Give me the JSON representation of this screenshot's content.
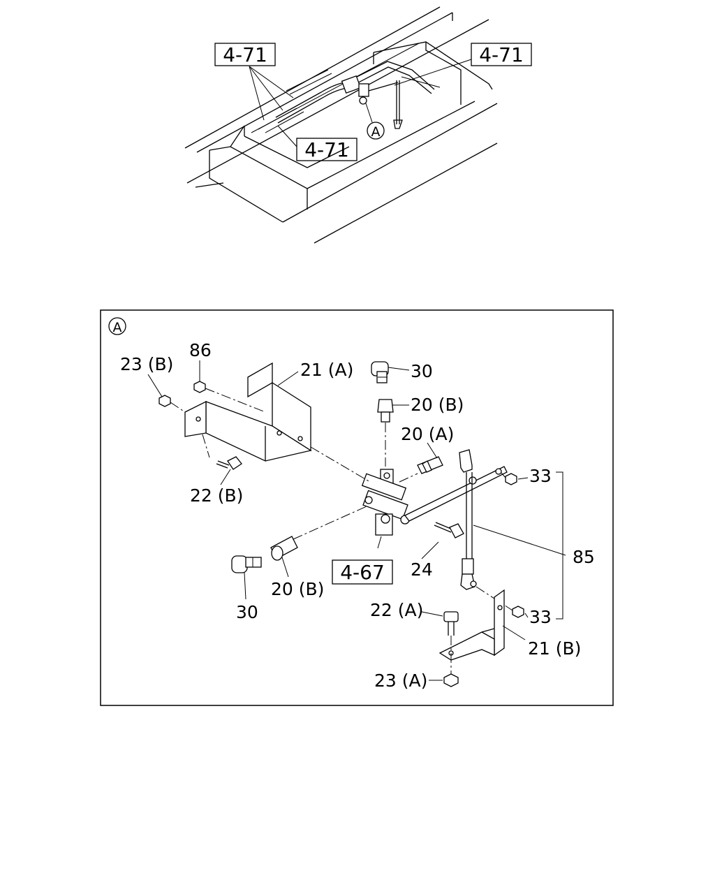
{
  "overview": {
    "ref_left": "4-71",
    "ref_right": "4-71",
    "ref_bottom": "4-71",
    "detail_marker": "A"
  },
  "detail": {
    "marker": "A",
    "callout_ref": "4-67",
    "labels": {
      "p23b": "23 (B)",
      "p86": "86",
      "p21a": "21 (A)",
      "p30_top": "30",
      "p20b_top": "20 (B)",
      "p20a": "20 (A)",
      "p33_top": "33",
      "p22b": "22 (B)",
      "p85": "85",
      "p24": "24",
      "p20b_bottom": "20 (B)",
      "p30_bottom": "30",
      "p22a": "22 (A)",
      "p33_bottom": "33",
      "p21b": "21 (B)",
      "p23a": "23 (A)"
    }
  }
}
